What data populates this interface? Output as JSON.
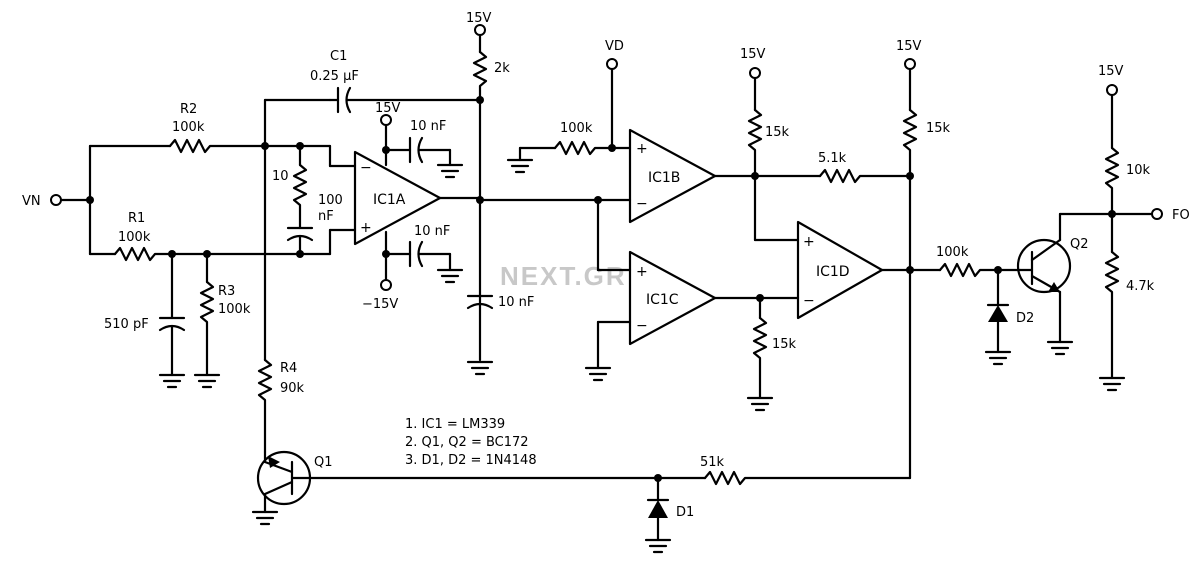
{
  "labels": {
    "vin": "VN",
    "fo": "FO",
    "vd": "VD",
    "v15_top": "15V",
    "v15_icb": "15V",
    "v15_r15": "15V",
    "v15_q2": "15V",
    "v15_ica": "15V",
    "vneg15": "−15V",
    "r2_name": "R2",
    "r2_val": "100k",
    "r1_name": "R1",
    "r1_val": "100k",
    "r3_name": "R3",
    "r3_val": "100k",
    "c510": "510 pF",
    "c1_name": "C1",
    "c1_val": "0.25 µF",
    "r2k": "2k",
    "r10": "10",
    "c100": "100",
    "c100b": "nF",
    "c10_top": "10 nF",
    "c10_bot": "10 nF",
    "c10_mid": "10 nF",
    "r4_name": "R4",
    "r4_val": "90k",
    "q1": "Q1",
    "q2": "Q2",
    "d1": "D1",
    "d2": "D2",
    "r100k_icb": "100k",
    "r15k_a": "15k",
    "r15k_b": "15k",
    "r15k_c": "15k",
    "r51k_top": "5.1k",
    "r100k_out": "100k",
    "r51k_bot": "51k",
    "r10k": "10k",
    "r47k": "4.7k",
    "ica": "IC1A",
    "icb": "IC1B",
    "icc": "IC1C",
    "icd": "IC1D",
    "note1": "1. IC1 = LM339",
    "note2": "2. Q1, Q2 = BC172",
    "note3": "3. D1, D2 = 1N4148",
    "watermark": "NEXT.GR"
  }
}
